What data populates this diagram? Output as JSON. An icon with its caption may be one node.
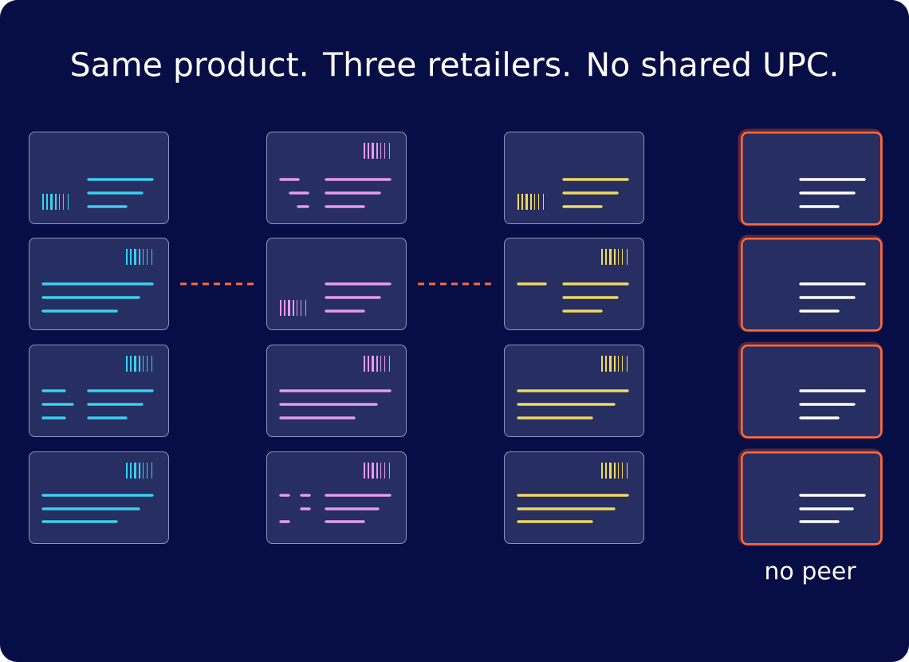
{
  "diagram": {
    "title": "Same product. Three retailers. No shared UPC.",
    "nodes": [
      {
        "text": [],
        "shape": "box"
      },
      {
        "text": [],
        "shape": "box"
      },
      {
        "text": [],
        "shape": "box"
      },
      {
        "text": [],
        "shape": "box"
      },
      {
        "text": [],
        "shape": "box"
      },
      {
        "text": [],
        "shape": "box"
      },
      {
        "text": [],
        "shape": "box"
      },
      {
        "text": [],
        "shape": "box"
      },
      {
        "text": [],
        "shape": "box"
      },
      {
        "text": [],
        "shape": "box"
      },
      {
        "text": [],
        "shape": "box"
      },
      {
        "text": [],
        "shape": "box"
      },
      {
        "text": [],
        "shape": "box"
      },
      {
        "text": [],
        "shape": "box"
      },
      {
        "text": [],
        "shape": "box"
      },
      {
        "text": [],
        "shape": "box"
      }
    ],
    "edges": [
      {
        "from": 4,
        "to": 5,
        "arrow": "none",
        "style": "dashed",
        "color": "#ff6a3d"
      },
      {
        "from": 5,
        "to": 6,
        "arrow": "none",
        "style": "dashed",
        "color": "#ff6a3d"
      }
    ],
    "labels": [
      "no peer"
    ]
  }
}
